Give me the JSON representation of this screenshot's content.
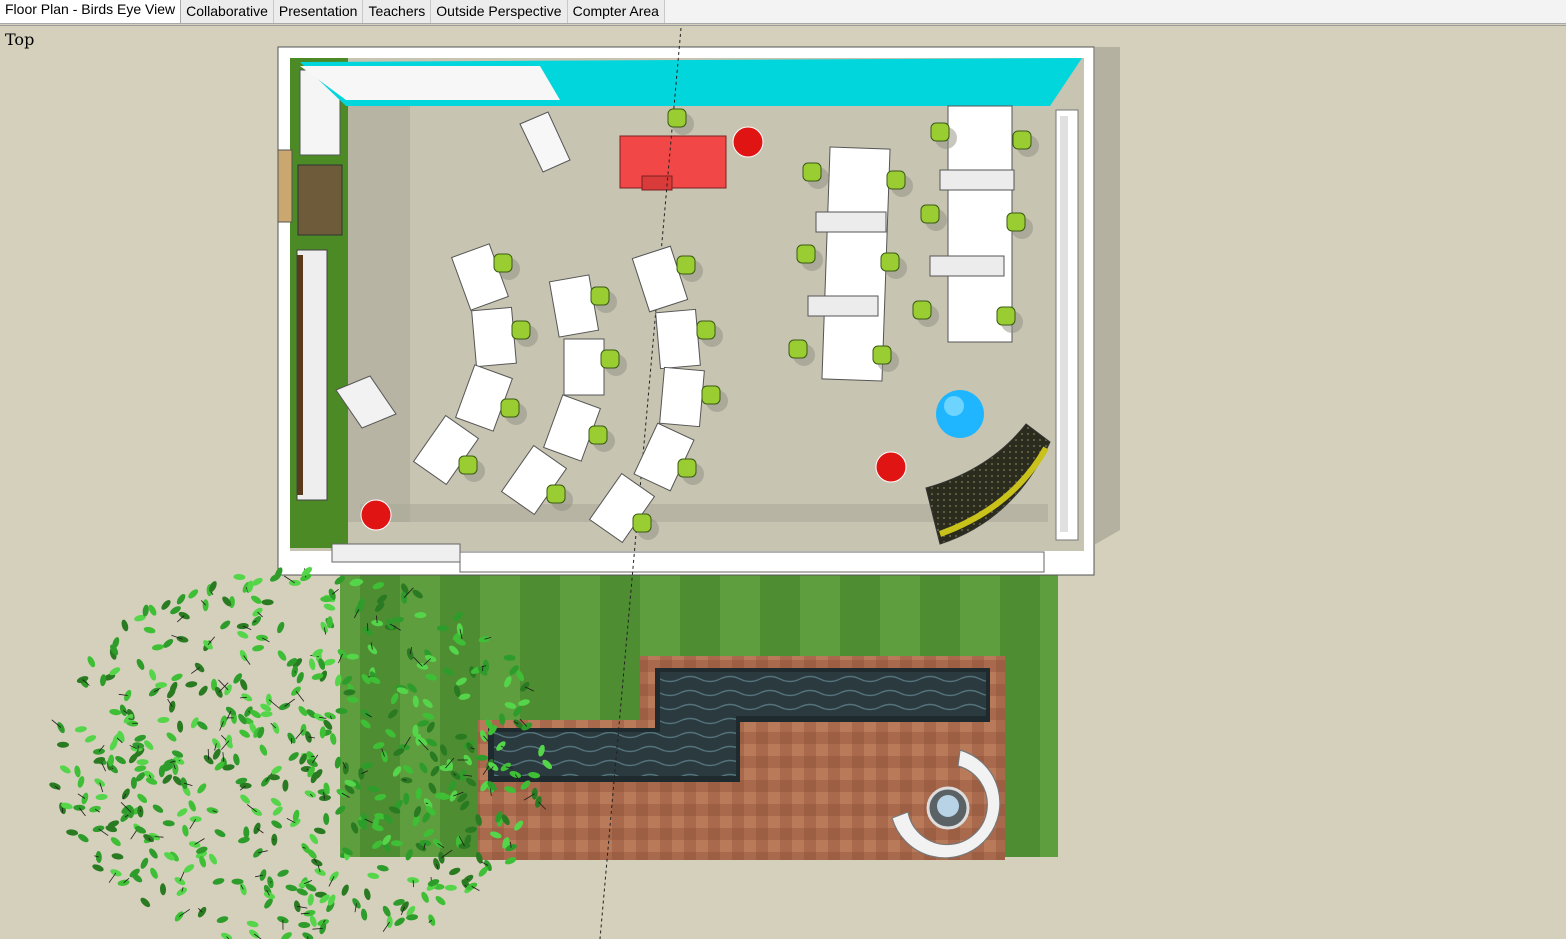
{
  "tabs": [
    {
      "label": "Floor Plan - Birds Eye View",
      "active": true
    },
    {
      "label": "Collaborative",
      "active": false
    },
    {
      "label": "Presentation",
      "active": false
    },
    {
      "label": "Teachers",
      "active": false
    },
    {
      "label": "Outside Perspective",
      "active": false
    },
    {
      "label": "Compter Area",
      "active": false
    }
  ],
  "view": {
    "label": "Top"
  },
  "colors": {
    "background": "#d4d0bc",
    "floor": "#c9c6b4",
    "wall": "#ffffff",
    "green_wall": "#4c8c25",
    "window_cyan": "#00d6db",
    "teacher_desk": "#f14747",
    "red_marker": "#e11414",
    "blue_ball": "#1fb6ff",
    "chair_green": "#9acd32",
    "grass": "#5a9a3a",
    "brick": "#a86a4e",
    "water": "#2b3a3f"
  }
}
